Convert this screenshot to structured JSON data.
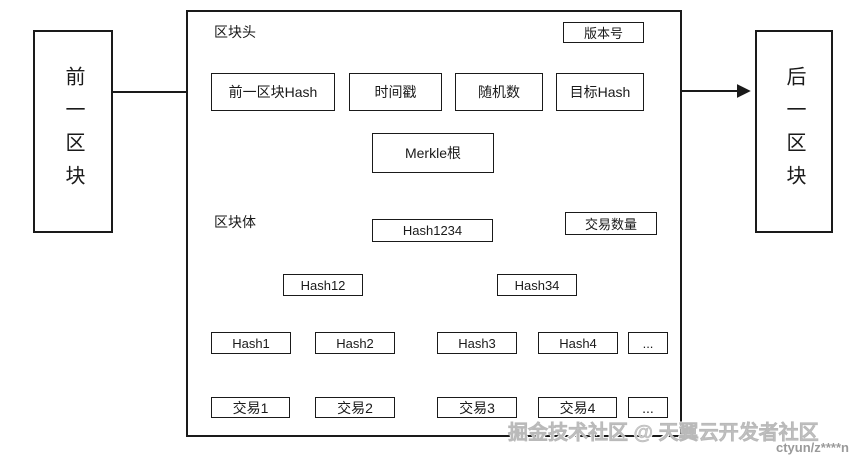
{
  "diagram": {
    "prev_block_label": "前一区块",
    "next_block_label": "后一区块",
    "header": {
      "section_label": "区块头",
      "version_label": "版本号",
      "fields": [
        "前一区块Hash",
        "时间戳",
        "随机数",
        "目标Hash"
      ],
      "merkle_root_label": "Merkle根"
    },
    "body": {
      "section_label": "区块体",
      "tx_count_label": "交易数量",
      "root_hash": "Hash1234",
      "branch_hashes": [
        "Hash12",
        "Hash34"
      ],
      "leaf_hashes": [
        "Hash1",
        "Hash2",
        "Hash3",
        "Hash4",
        "..."
      ],
      "transactions": [
        "交易1",
        "交易2",
        "交易3",
        "交易4",
        "..."
      ]
    }
  },
  "watermark": {
    "community_text": "掘金技术社区 @ 天翼云开发者社区",
    "user_id": "ctyun/z****n"
  },
  "colors": {
    "line": "#1a1a1a",
    "background": "#ffffff",
    "watermark": "#cbcbcb"
  }
}
